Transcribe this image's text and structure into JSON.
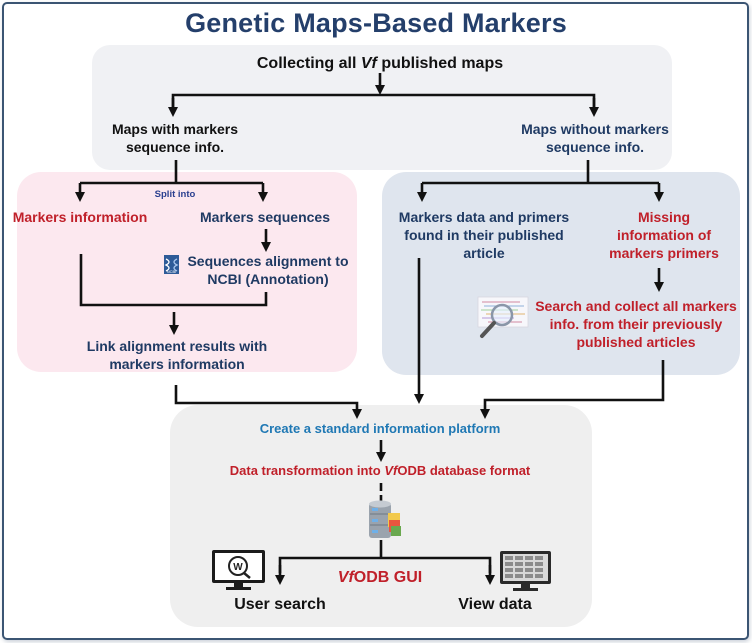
{
  "title": "Genetic Maps-Based Markers",
  "top": {
    "collect_prefix": "Collecting all ",
    "collect_italic": "Vf",
    "collect_suffix": " published maps"
  },
  "branch_left": "Maps with markers sequence info.",
  "branch_right": "Maps without markers sequence info.",
  "left_panel": {
    "split_label": "Split into",
    "markers_info": "Markers information",
    "markers_seq": "Markers sequences",
    "ncbi_logo": "NCBI",
    "alignment": "Sequences alignment to NCBI  (Annotation)",
    "link": "Link alignment results with markers information"
  },
  "right_panel": {
    "found": "Markers data and primers found in their published article",
    "missing": "Missing information of markers primers",
    "search": "Search and collect all markers info. from their previously published articles"
  },
  "bottom_panel": {
    "platform": "Create a standard information platform",
    "transform_prefix": "Data transformation into ",
    "transform_italic": "Vf",
    "transform_suffix": "ODB database format",
    "gui_italic": "Vf",
    "gui_suffix": "ODB GUI",
    "user_search": "User search",
    "view_data": "View data",
    "search_icon_letter": "W"
  },
  "colors": {
    "title": "#243f6b",
    "navy_text": "#1f3a63",
    "red_text": "#c0202a",
    "blue_text": "#1f78b4",
    "top_panel_bg": "#f0f1f4",
    "left_panel_bg": "#fce8ef",
    "right_panel_bg": "#dfe5ee",
    "bottom_panel_bg": "#efefef",
    "frame_border": "#3b5573"
  },
  "icons": [
    "ncbi-logo-icon",
    "magnifier-icon",
    "database-icon",
    "monitor-search-icon",
    "monitor-data-icon"
  ]
}
